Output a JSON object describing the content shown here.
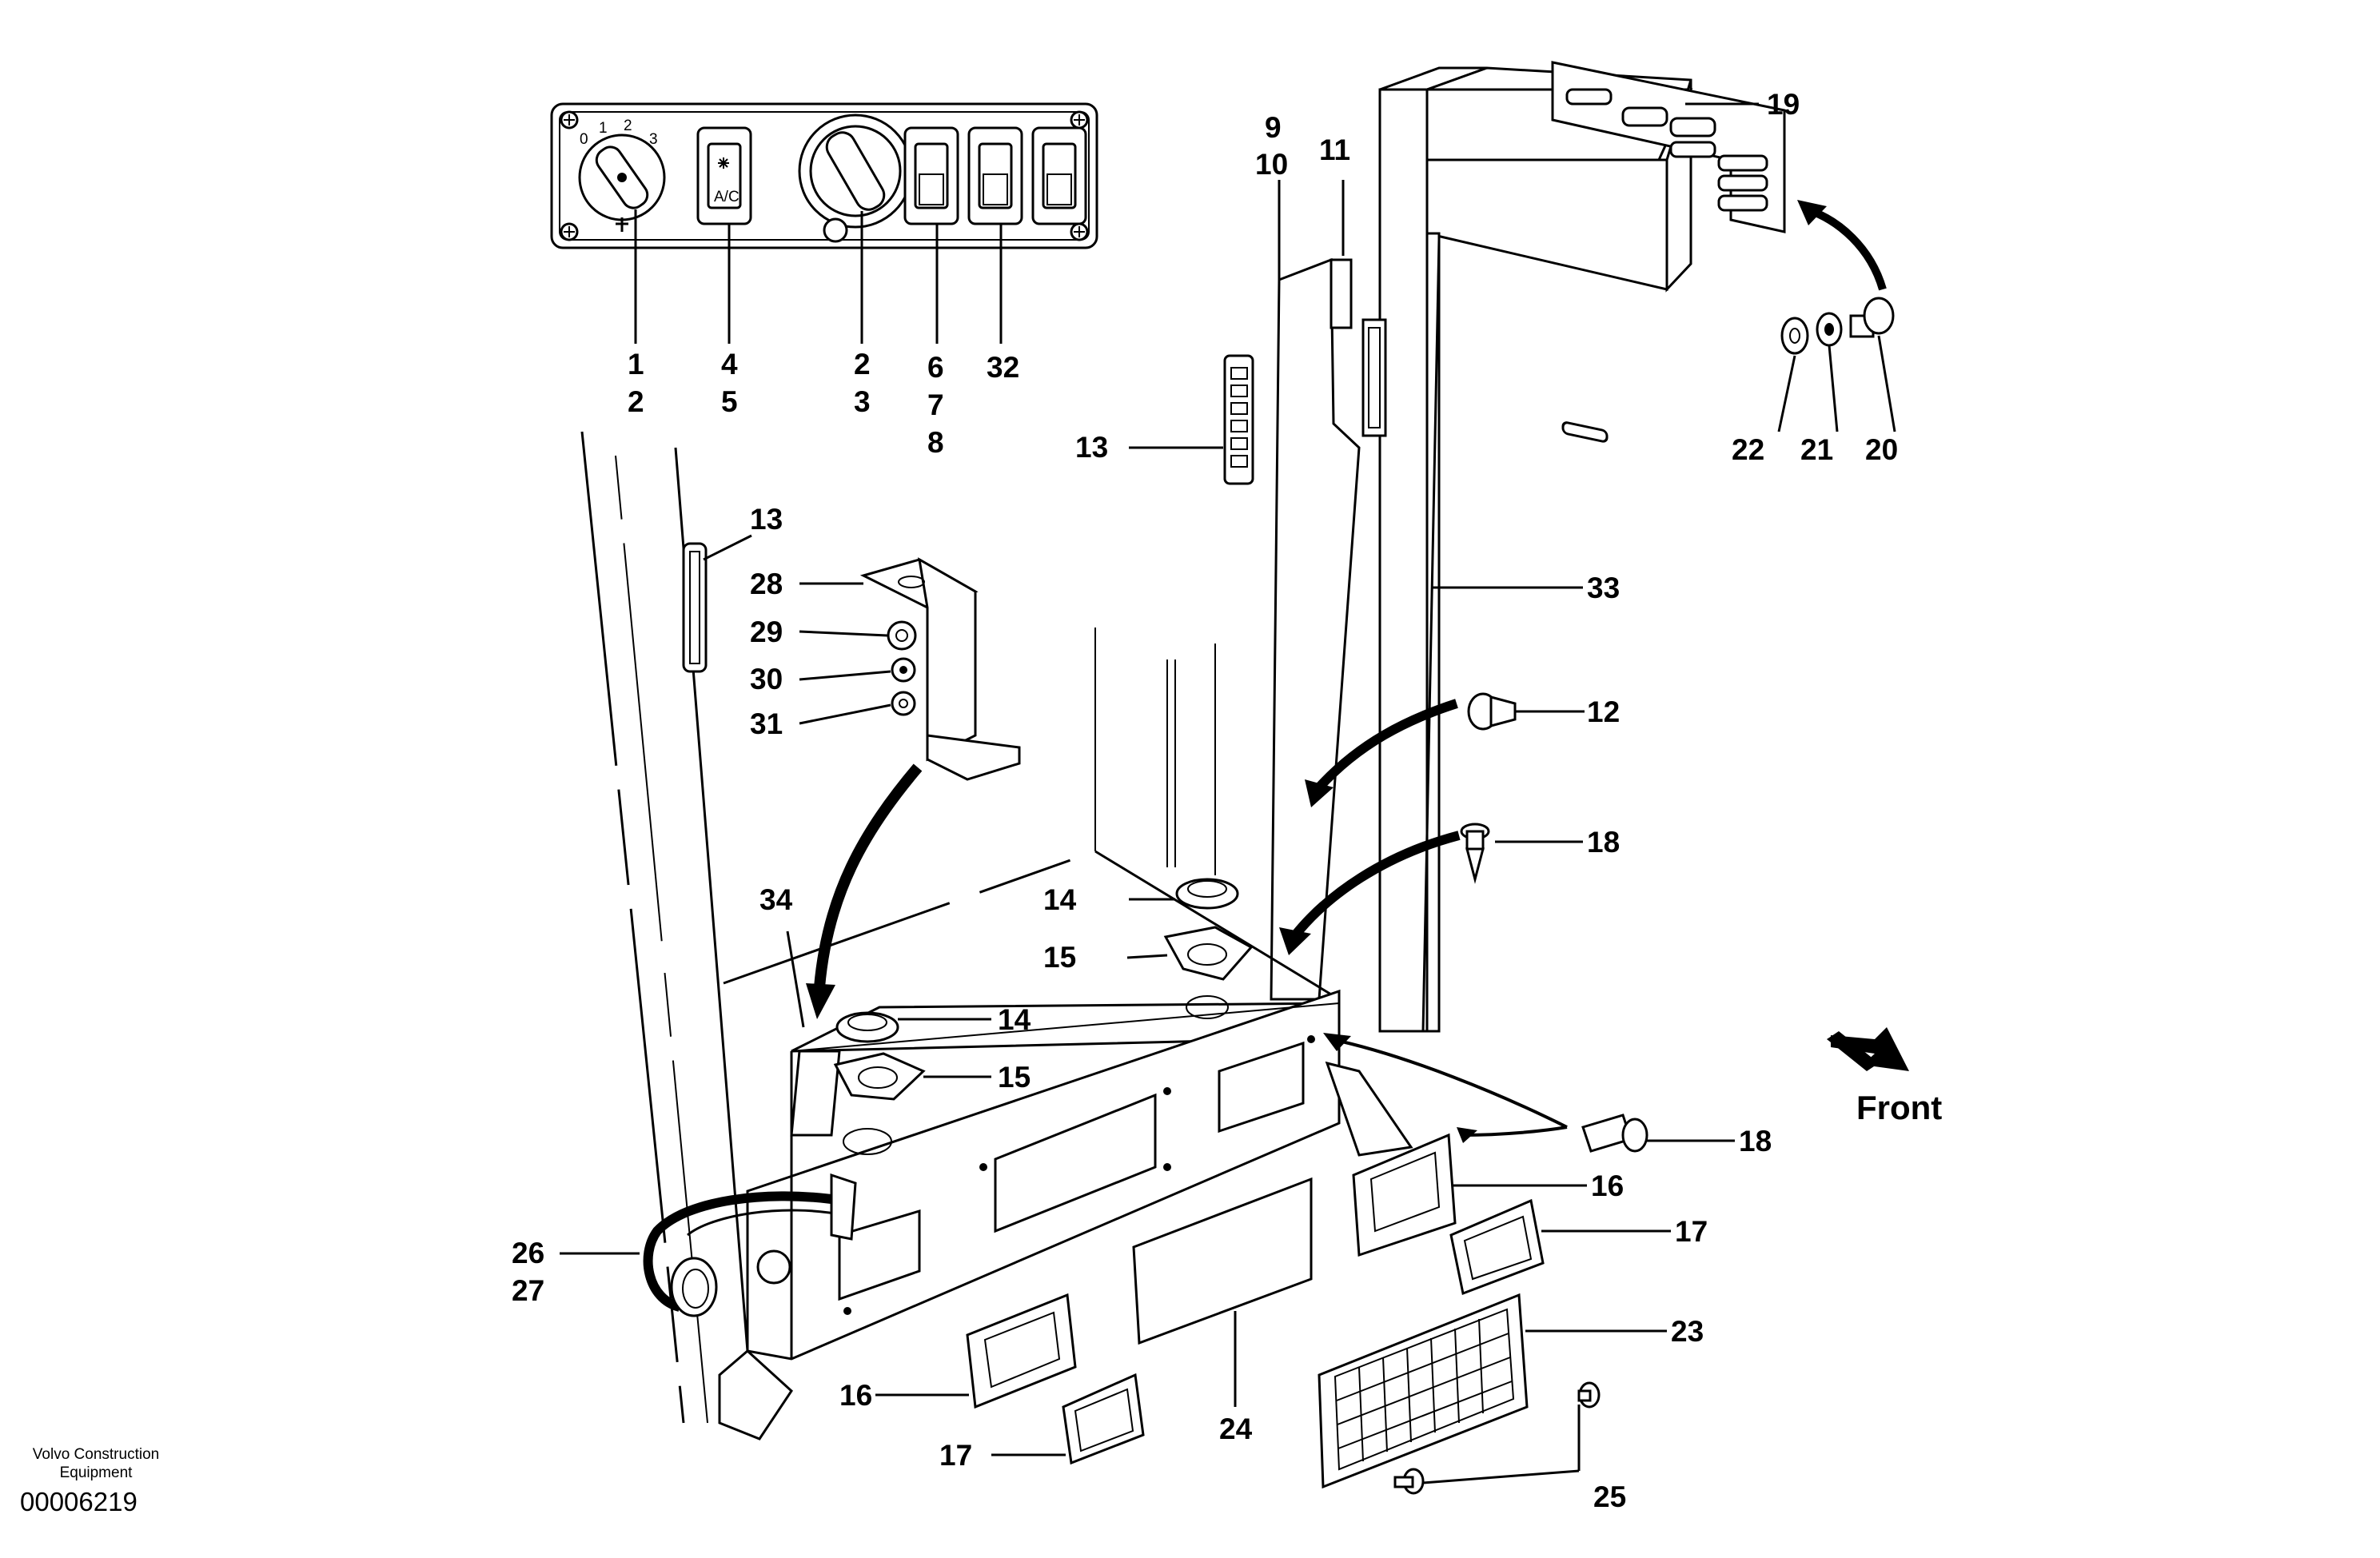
{
  "labels": {
    "p1": [
      "1",
      "2"
    ],
    "p4": [
      "4",
      "5"
    ],
    "p2": [
      "2",
      "3"
    ],
    "p6": [
      "6",
      "7",
      "8"
    ],
    "p32": "32",
    "p9": [
      "9",
      "10"
    ],
    "p11": "11",
    "p19": "19",
    "p13a": "13",
    "p22": "22",
    "p21": "21",
    "p20": "20",
    "p13b": "13",
    "p28": "28",
    "p29": "29",
    "p30": "30",
    "p31": "31",
    "p33": "33",
    "p12": "12",
    "p18a": "18",
    "p14a": "14",
    "p15a": "15",
    "p34": "34",
    "p14b": "14",
    "p15b": "15",
    "p18b": "18",
    "p16a": "16",
    "p17a": "17",
    "p26": [
      "26",
      "27"
    ],
    "p23": "23",
    "p16b": "16",
    "p24": "24",
    "p17b": "17",
    "p25": "25"
  },
  "direction_label": "Front",
  "footer": {
    "company_line1": "Volvo Construction",
    "company_line2": "Equipment",
    "drawing_number": "00006219"
  },
  "switch_panel_marks": {
    "fan_dial_positions": [
      "0",
      "1",
      "2",
      "3"
    ],
    "ac_switch_text": "A/C"
  }
}
